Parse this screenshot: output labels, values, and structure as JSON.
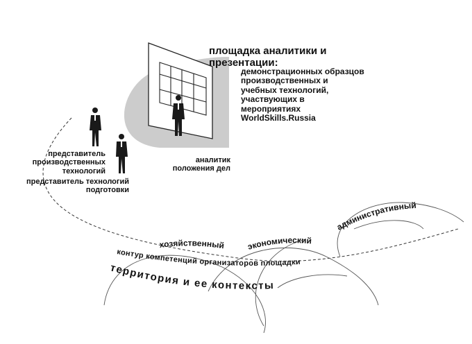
{
  "heading": "площадка аналитики и презентации:",
  "description": "демонстрационных образцов производственных и учебных технологий, участвующих в мероприятиях WorldSkills.Russia",
  "roles": {
    "analyst": "аналитик положения дел",
    "industry_rep": "представитель производственных технологий",
    "training_rep": "представитель технологий подготовки"
  },
  "contexts": {
    "economic_business": "хозяйственный",
    "economic": "экономический",
    "administrative": "административный"
  },
  "contour": "контур компетенций организаторов площадки",
  "territory": "территория и ее контексты",
  "colors": {
    "floor": "#cccccc",
    "line": "#333333",
    "figure": "#1a1a1a"
  }
}
